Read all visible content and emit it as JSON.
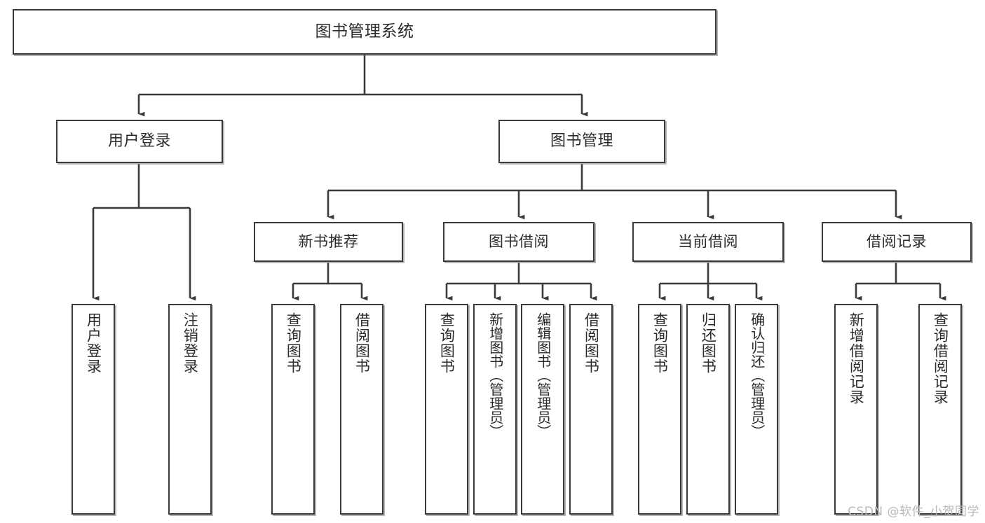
{
  "diagram": {
    "title": "图书管理系统",
    "type": "tree-hierarchy",
    "watermark": "CSDN @软件_小贺同学",
    "colors": {
      "node_border": "#3a3a3a",
      "node_fill": "#ffffff",
      "edge": "#3a3a3a",
      "text": "#2b2b2b",
      "watermark": "#b9b9b9",
      "background": "#ffffff"
    },
    "root": {
      "id": "root",
      "label": "图书管理系统"
    },
    "level1": [
      {
        "id": "l1-0",
        "label": "用户登录"
      },
      {
        "id": "l1-1",
        "label": "图书管理"
      }
    ],
    "level2": [
      {
        "id": "l2-0",
        "label": "新书推荐",
        "parent": "l1-1"
      },
      {
        "id": "l2-1",
        "label": "图书借阅",
        "parent": "l1-1"
      },
      {
        "id": "l2-2",
        "label": "当前借阅",
        "parent": "l1-1"
      },
      {
        "id": "l2-3",
        "label": "借阅记录",
        "parent": "l1-1"
      }
    ],
    "leaves": [
      {
        "id": "lf-0",
        "label": "用户登录",
        "parent": "l1-0"
      },
      {
        "id": "lf-1",
        "label": "注销登录",
        "parent": "l1-0"
      },
      {
        "id": "lf-2",
        "label": "查询图书",
        "parent": "l2-0"
      },
      {
        "id": "lf-3",
        "label": "借阅图书",
        "parent": "l2-0"
      },
      {
        "id": "lf-4",
        "label": "查询图书",
        "parent": "l2-1"
      },
      {
        "id": "lf-5",
        "label": "新增图书（管理员）",
        "parent": "l2-1"
      },
      {
        "id": "lf-6",
        "label": "编辑图书（管理员）",
        "parent": "l2-1"
      },
      {
        "id": "lf-7",
        "label": "借阅图书",
        "parent": "l2-1"
      },
      {
        "id": "lf-8",
        "label": "查询图书",
        "parent": "l2-2"
      },
      {
        "id": "lf-9",
        "label": "归还图书",
        "parent": "l2-2"
      },
      {
        "id": "lf-10",
        "label": "确认归还（管理员）",
        "parent": "l2-2"
      },
      {
        "id": "lf-11",
        "label": "新增借阅记录",
        "parent": "l2-3"
      },
      {
        "id": "lf-12",
        "label": "查询借阅记录",
        "parent": "l2-3"
      }
    ]
  }
}
